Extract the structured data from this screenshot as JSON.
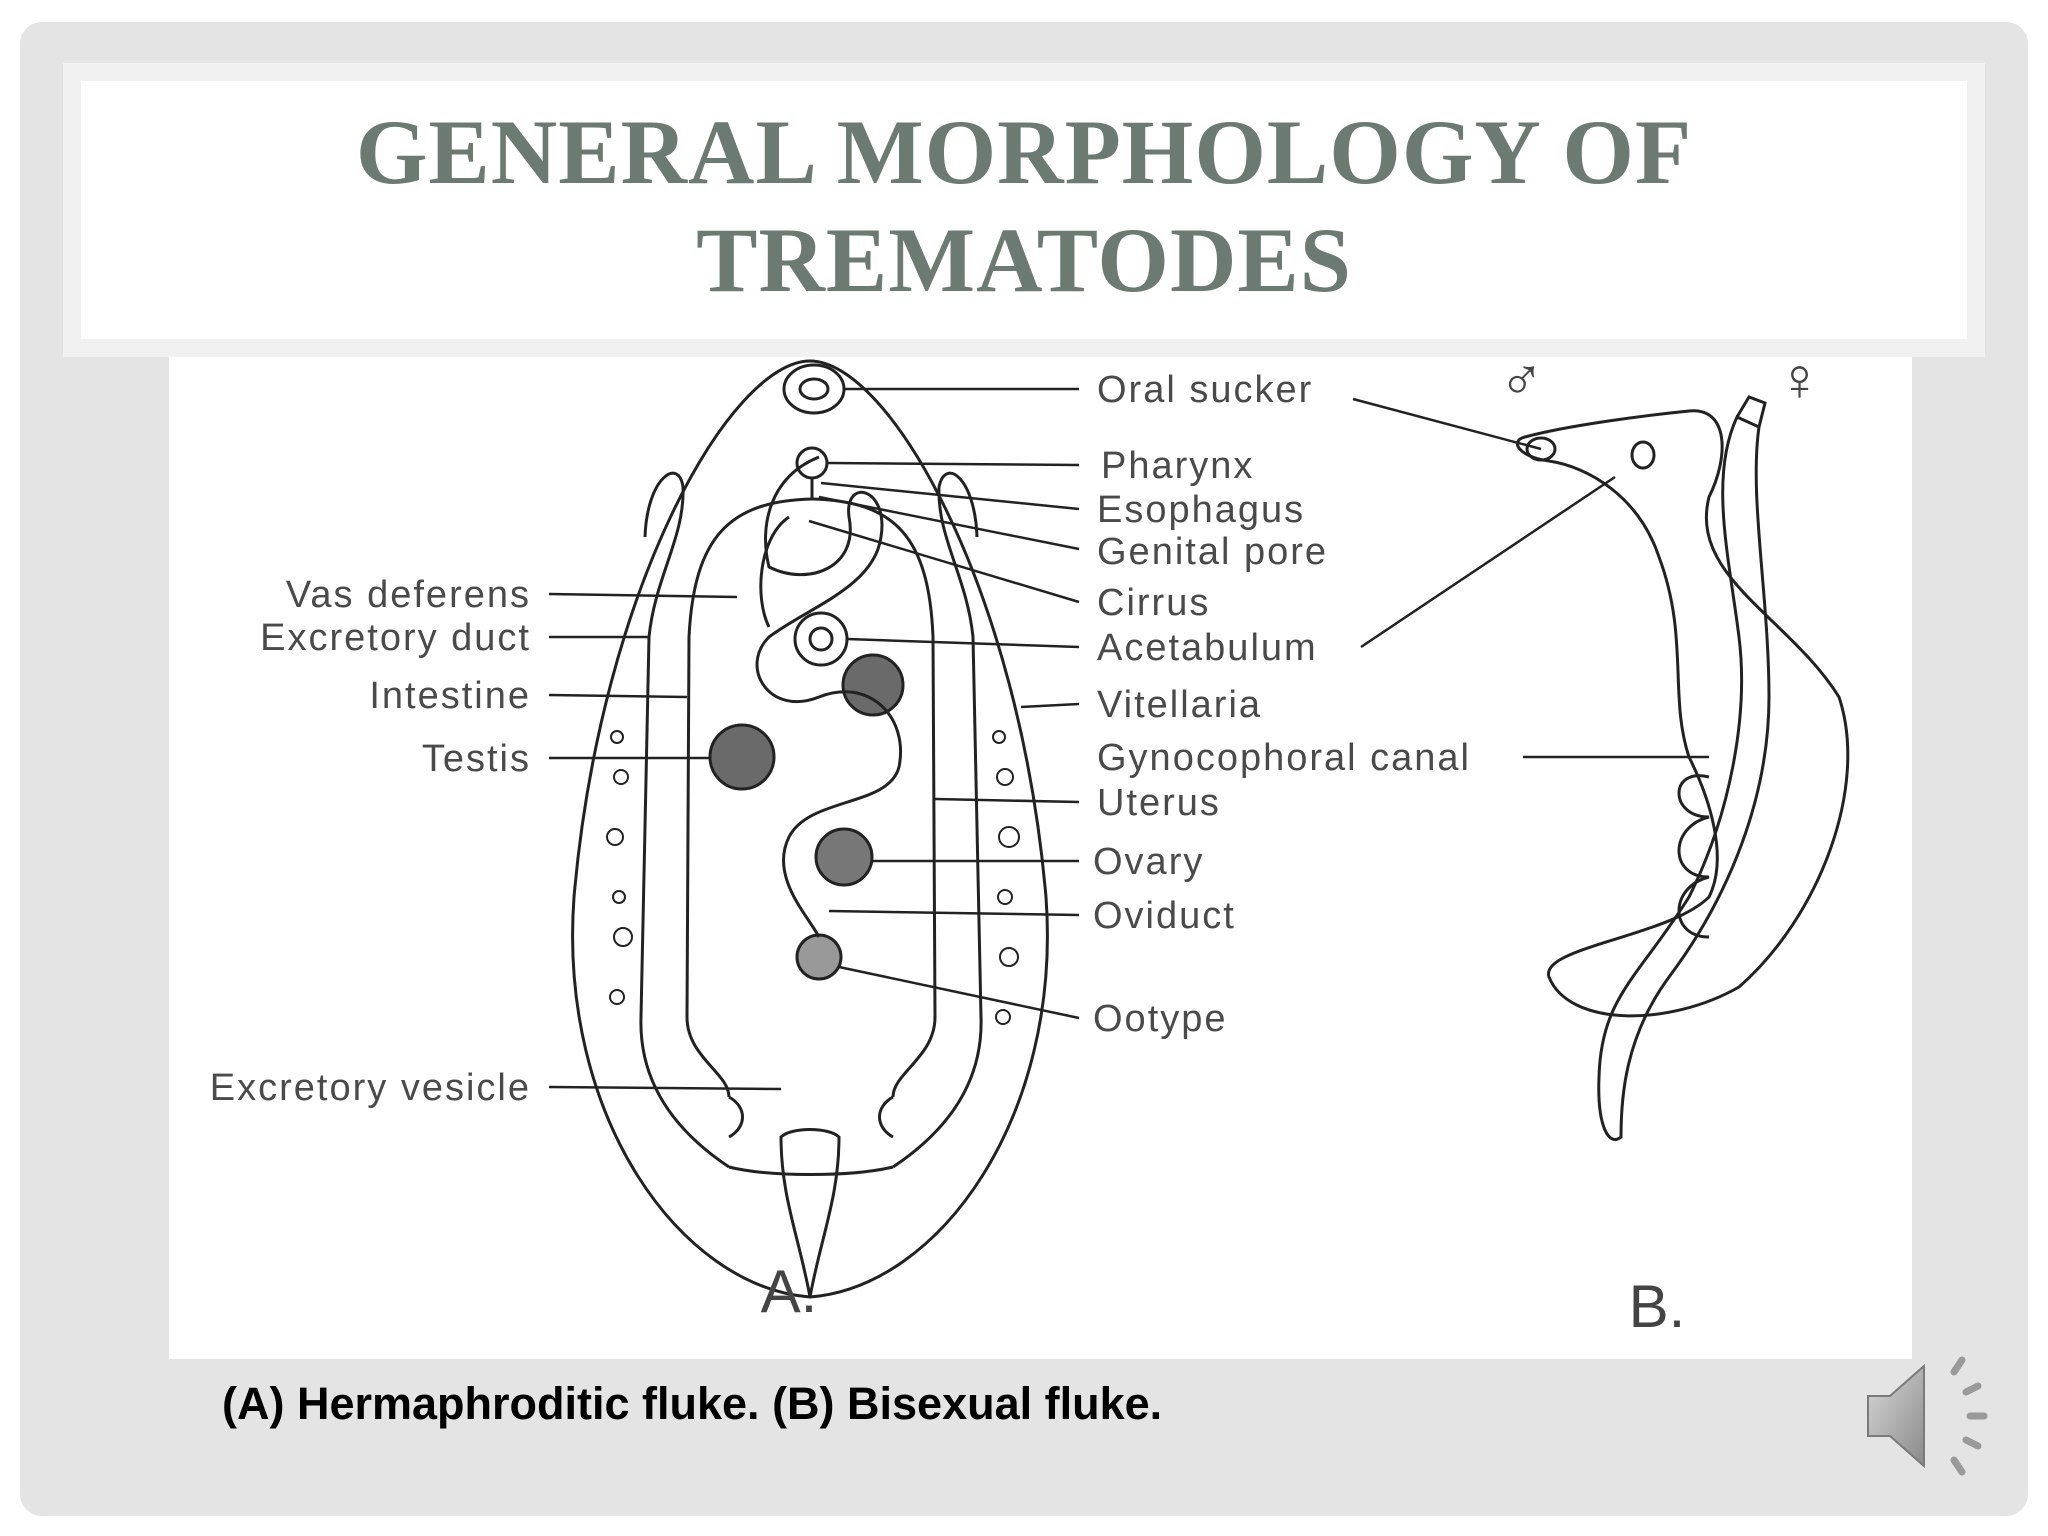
{
  "slide": {
    "title_line1": "GENERAL MORPHOLOGY OF",
    "title_line2": "TREMATODES",
    "caption": "(A) Hermaphroditic fluke. (B) Bisexual fluke."
  },
  "figure": {
    "panel_a_label": "A.",
    "panel_b_label": "B.",
    "labels_left": {
      "vas_deferens": "Vas deferens",
      "excretory_duct": "Excretory duct",
      "intestine": "Intestine",
      "testis": "Testis",
      "excretory_vesicle": "Excretory vesicle"
    },
    "labels_right": {
      "oral_sucker": "Oral sucker",
      "pharynx": "Pharynx",
      "esophagus": "Esophagus",
      "genital_pore": "Genital pore",
      "cirrus": "Cirrus",
      "acetabulum": "Acetabulum",
      "vitellaria": "Vitellaria",
      "gynocophoral_canal": "Gynocophoral canal",
      "uterus": "Uterus",
      "ovary": "Ovary",
      "oviduct": "Oviduct",
      "ootype": "Ootype"
    },
    "male_symbol": "♂",
    "female_symbol": "♀"
  },
  "icons": {
    "audio": "speaker-icon"
  },
  "colors": {
    "title": "#6b7b72",
    "frame": "#e4e4e4"
  }
}
